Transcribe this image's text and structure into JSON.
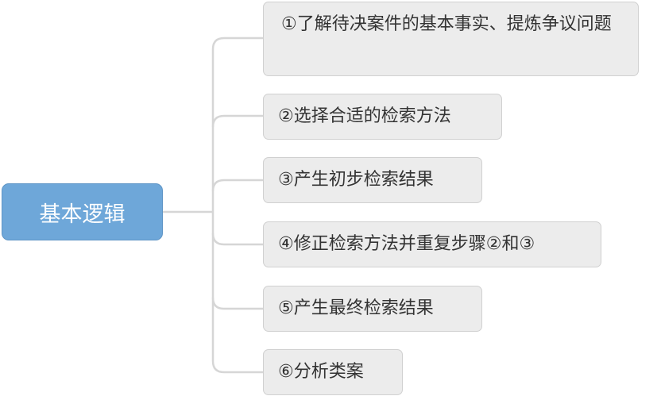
{
  "root": {
    "label": "基本逻辑"
  },
  "nodes": [
    {
      "label": "①了解待决案件的基本事实、提炼争议问题"
    },
    {
      "label": "②选择合适的检索方法"
    },
    {
      "label": "③产生初步检索结果"
    },
    {
      "label": "④修正检索方法并重复步骤②和③"
    },
    {
      "label": "⑤产生最终检索结果"
    },
    {
      "label": "⑥分析类案"
    }
  ],
  "colors": {
    "root": "#6ea7d9",
    "node": "#ececec",
    "line": "#d6d6d6"
  }
}
